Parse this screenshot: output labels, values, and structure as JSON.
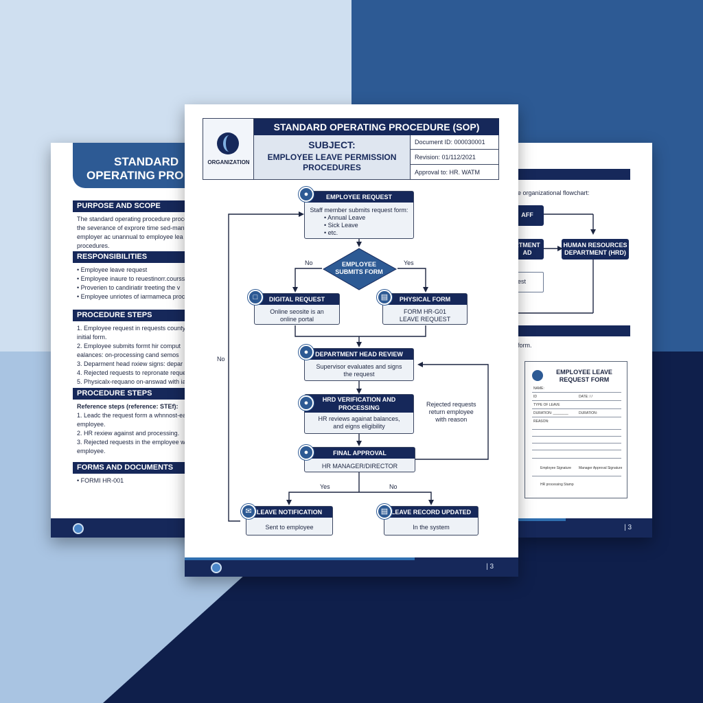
{
  "colors": {
    "navy": "#16285a",
    "blue": "#2d5a94",
    "light": "#eef2f7"
  },
  "left_page": {
    "header": [
      "STANDARD",
      "OPERATING PRO"
    ],
    "sections": [
      {
        "title": "PURPOSE AND SCOPE",
        "lines": [
          "The standard operating procedure proce",
          "the severance of exprore time sed-manag",
          "employer ac unannual to employee lea",
          "procedures."
        ]
      },
      {
        "title": "RESPONSIBILITIES",
        "lines": [
          "•  Employee leave request",
          "•  Employee inaure to reuestinorr.courss",
          "•  Proverien to candiriatir treeting the v",
          "•  Employee unriotes of iarmameca proc"
        ]
      },
      {
        "title": "PROCEDURE STEPS",
        "lines": [
          "1.  Employee request in requests county",
          "     initial form.",
          "2.  Employee submits formt hir comput",
          "     ealances: on-processing cand semos",
          "3.  Deparment head nxiew signs: depar",
          "4.  Rejected requests to repronate reques",
          "5.  Physicalx-requano on-answad with ia"
        ]
      },
      {
        "title": "PROCEDURE STEPS",
        "lines": [
          "Reference steps (reference: STEf):",
          "1.  Leadc the request form a whnnost-ea",
          "     employee.",
          "2.  HR rexiew against and processing.",
          "3.  Rejected requests in the employee wi",
          "     employee."
        ]
      },
      {
        "title": "FORMS AND DOCUMENTS",
        "lines": [
          "•  FORMI HR-001"
        ]
      }
    ],
    "page_number": ""
  },
  "right_page": {
    "intro": "e organizational flowchart:",
    "box_staff": "AFF",
    "box_dept": [
      "RTMENT",
      "AD"
    ],
    "box_hrd": [
      "HUMAN RESOURCES",
      "DEPARTMENT (HRD)"
    ],
    "box_request": "uest",
    "form_text": "form.",
    "form_title": [
      "EMPLOYEE LEAVE",
      "REQUEST FORM"
    ],
    "form_fields": [
      "NAME:",
      "ID",
      "DATE:   /   /",
      "TYPE OF LEAVE",
      "DURATION: ________",
      "DURATION:",
      "REASON:",
      "Employee Signature",
      "Manager Approval Signature",
      "HR processing Stamp"
    ],
    "page_number": "| 3"
  },
  "main_page": {
    "header": {
      "title": "STANDARD OPERATING PROCEDURE (SOP)",
      "logo_text": "ORGANIZATION",
      "subject_label": "SUBJECT:",
      "subject_lines": [
        "EMPLOYEE LEAVE PERMISSION",
        "PROCEDURES"
      ],
      "document_id": "Document ID: 000030001",
      "revision": "Revision: 01/112/2021",
      "approved": "Approval to: HR. WATM"
    },
    "flow": {
      "employee_request": {
        "title": "EMPLOYEE REQUEST",
        "lines": [
          "Staff member submits request form:",
          "•  Annual Leave",
          "•  Sick Leave",
          "•  etc."
        ]
      },
      "decision": [
        "EMPLOYEE",
        "SUBMITS FORM"
      ],
      "no": "No",
      "yes": "Yes",
      "digital": {
        "title": "DIGITAL REQUEST",
        "lines": [
          "Online seosite is an",
          "online portal"
        ]
      },
      "physical": {
        "title": "PHYSICAL FORM",
        "lines": [
          "FORM HR-G01",
          "LEAVE REQUEST"
        ]
      },
      "dept_review": {
        "title": "DEPARTMENT HEAD REVIEW",
        "lines": [
          "Supervisor evaluates and signs",
          "the request"
        ]
      },
      "hrd": {
        "title": [
          "HRD VERIFICATION AND",
          "PROCESSING"
        ],
        "lines": [
          "HR reviews againat balances,",
          "and eigns eligibility"
        ]
      },
      "rejected": [
        "Rejected requests",
        "return employee",
        "with reason"
      ],
      "final": {
        "title": "FINAL APPROVAL",
        "lines": [
          "HR MANAGER/DIRECTOR"
        ]
      },
      "left_no": "No",
      "yes2": "Yes",
      "no2": "No",
      "notification": {
        "title": "LEAVE NOTIFICATION",
        "lines": [
          "Sent to employee"
        ]
      },
      "record": {
        "title": "LEAVE RECORD UPDATED",
        "lines": [
          "In the system"
        ]
      }
    },
    "page_number": "| 3"
  }
}
